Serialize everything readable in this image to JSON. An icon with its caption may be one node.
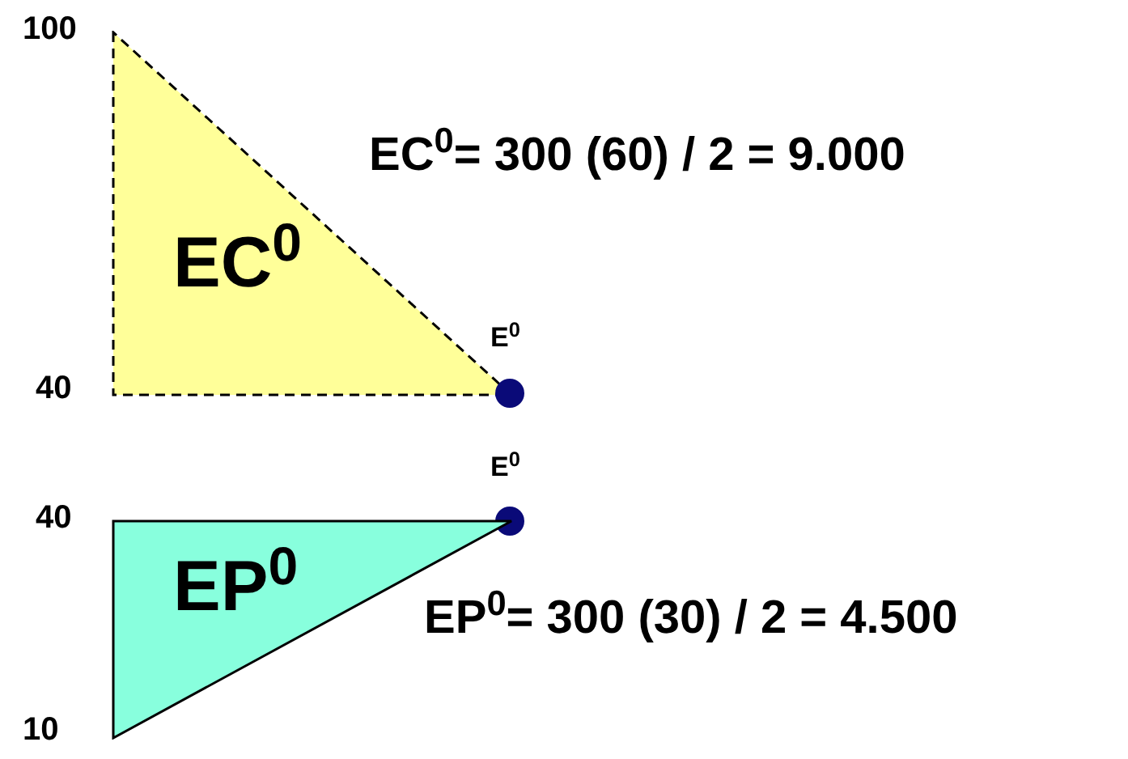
{
  "diagram": {
    "nodes": [
      {
        "text": [
          "EC$^{0}$"
        ]
      },
      {
        "text": [],
        "shape": "circle"
      },
      {
        "text": [],
        "shape": "circle"
      },
      {
        "text": [
          "EP$^{0}$"
        ]
      }
    ],
    "labels": [
      "100",
      "EC$^{0}$= 300 (60) / 2 = 9.000",
      "E$^{0}$",
      "40",
      "E$^{0}$",
      "40",
      "EP$^{0}$= 300 (30) / 2 = 4.500",
      "10"
    ]
  }
}
